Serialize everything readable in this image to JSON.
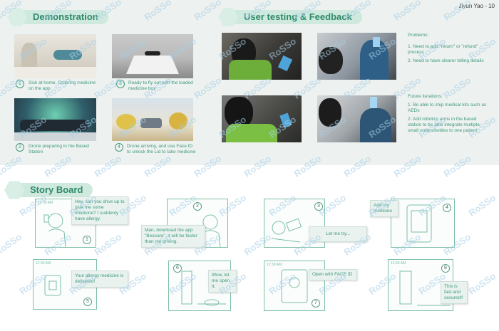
{
  "demo": {
    "title": "Demonstration",
    "steps": [
      {
        "num": "1",
        "caption": "Sick at home. Ordering medicine on the app"
      },
      {
        "num": "3",
        "caption": "Ready to fly out with the loaded medicine box"
      },
      {
        "num": "2",
        "caption": "Drone preparing in the Based Station"
      },
      {
        "num": "4",
        "caption": "Drone arriving, and use Face ID to unlock the Lid to take medicine"
      }
    ]
  },
  "testing": {
    "title": "User testing & Feedback",
    "author": "Jiyun Yao - 10",
    "problems_heading": "Problems:",
    "problems": [
      "1. Need to add \"return\" or \"refund\" process",
      "2. Need to have clearer billing details"
    ],
    "future_heading": "Future iterations:",
    "future": [
      "1. Be able to ship medical kits such as AEDs",
      "2. Add robotics arms in the based station to be able integrate multiple small orders/bottles to one patient"
    ]
  },
  "story": {
    "title": "Story Board",
    "frames": [
      {
        "num": "1",
        "time": "12:00 AM",
        "bubble": "Hey, can you drive up to give me some medicine? I suddenly have allergy."
      },
      {
        "num": "2",
        "time": "",
        "bubble": "Man, download the app \"Beecare\", it will be faster than me driving."
      },
      {
        "num": "3",
        "time": "",
        "bubble": "Let me try..."
      },
      {
        "num": "4",
        "time": "",
        "bubble": "Add my medicine"
      },
      {
        "num": "5",
        "time": "12:30 AM",
        "bubble": "Your allergy medicine is delivered!"
      },
      {
        "num": "6",
        "time": "",
        "bubble": "Wow, let me open it."
      },
      {
        "num": "7",
        "time": "12:30 AM",
        "bubble": "Open with FACE ID"
      },
      {
        "num": "8",
        "time": "12:30 AM",
        "bubble": "This is fast and secured!!"
      }
    ]
  },
  "watermark": "RoSSo"
}
